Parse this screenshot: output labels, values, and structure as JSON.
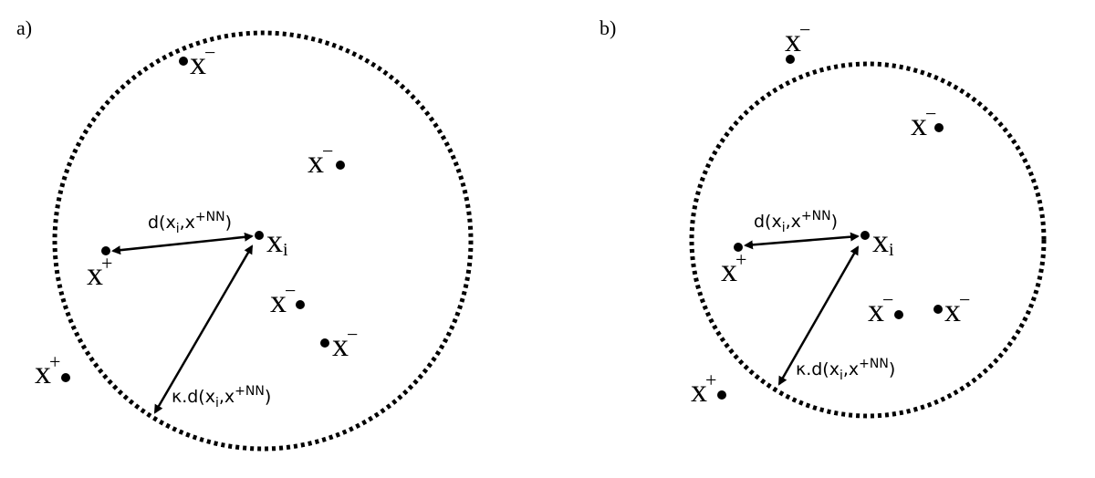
{
  "panels": [
    {
      "label": "a)",
      "center_point": {
        "base": "x",
        "sub": "i"
      },
      "points": [
        {
          "base": "x",
          "sup": "−"
        },
        {
          "base": "x",
          "sup": "−"
        },
        {
          "base": "x",
          "sup": "−"
        },
        {
          "base": "x",
          "sup": "−"
        },
        {
          "base": "x",
          "sup": "+"
        },
        {
          "base": "x",
          "sup": "+"
        }
      ],
      "d_label": {
        "prefix": "d(x",
        "sub": "i",
        "mid": ",x",
        "sup": "+NN",
        "suffix": ")"
      },
      "kd_label": {
        "prefix": "κ.d(x",
        "sub": "i",
        "mid": ",x",
        "sup": "+NN",
        "suffix": ")"
      }
    },
    {
      "label": "b)",
      "center_point": {
        "base": "x",
        "sub": "i"
      },
      "points": [
        {
          "base": "x",
          "sup": "−"
        },
        {
          "base": "x",
          "sup": "−"
        },
        {
          "base": "x",
          "sup": "−"
        },
        {
          "base": "x",
          "sup": "−"
        },
        {
          "base": "x",
          "sup": "+"
        },
        {
          "base": "x",
          "sup": "+"
        }
      ],
      "d_label": {
        "prefix": "d(x",
        "sub": "i",
        "mid": ",x",
        "sup": "+NN",
        "suffix": ")"
      },
      "kd_label": {
        "prefix": "κ.d(x",
        "sub": "i",
        "mid": ",x",
        "sup": "+NN",
        "suffix": ")"
      }
    }
  ]
}
